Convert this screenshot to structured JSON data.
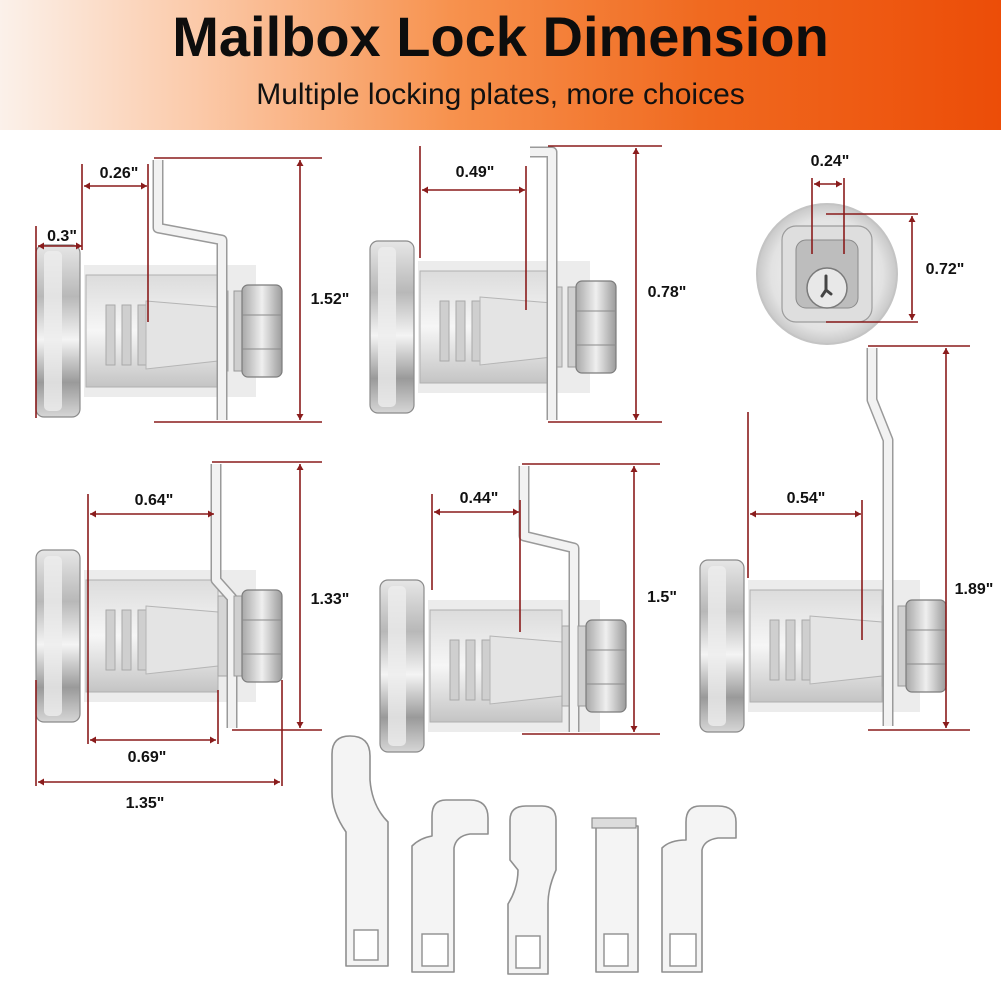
{
  "header": {
    "title": "Mailbox Lock Dimension",
    "subtitle": "Multiple locking plates, more choices"
  },
  "dimensions": {
    "lock1": {
      "face_width": "0.3\"",
      "tail": "0.26\"",
      "height": "1.52\""
    },
    "lock2": {
      "tail": "0.49\"",
      "height": "0.78\""
    },
    "keyface": {
      "slot_width": "0.24\"",
      "slot_height": "0.72\""
    },
    "lock4": {
      "tail": "0.64\"",
      "height": "1.33\"",
      "body_length": "0.69\"",
      "overall_length": "1.35\""
    },
    "lock5": {
      "tail": "0.44\"",
      "height": "1.5\""
    },
    "lock6": {
      "tail": "0.54\"",
      "height": "1.89\""
    }
  },
  "colors": {
    "dimension_line": "#8a1c1c",
    "metal_light": "#f0f0f0",
    "metal_dark": "#8f8f8f"
  }
}
